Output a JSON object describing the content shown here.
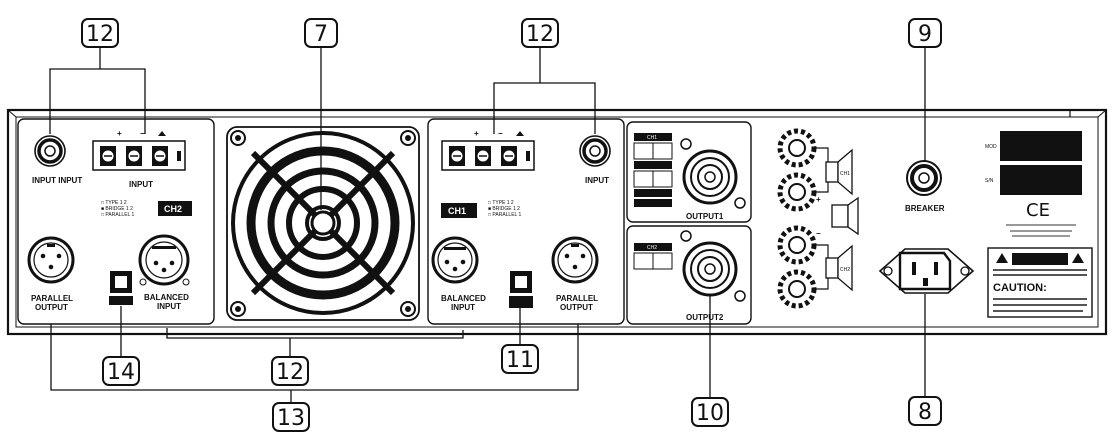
{
  "callouts": {
    "c12_left": "12",
    "c7": "7",
    "c12_mid": "12",
    "c9": "9",
    "c14": "14",
    "c12_bottom": "12",
    "c11": "11",
    "c13": "13",
    "c10": "10",
    "c8": "8"
  },
  "ch2": {
    "input_input": "INPUT INPUT",
    "input": "INPUT",
    "badge": "CH2",
    "parallel_output": [
      "PARALLEL",
      "OUTPUT"
    ],
    "balanced_input": [
      "BALANCED",
      "INPUT"
    ]
  },
  "ch1": {
    "input": "INPUT",
    "badge": "CH1",
    "balanced_input": [
      "BALANCED",
      "INPUT"
    ],
    "parallel_output": [
      "PARALLEL",
      "OUTPUT"
    ]
  },
  "outputs": {
    "output1": "OUTPUT1",
    "output2": "OUTPUT2",
    "ch1_tag": "CH1",
    "ch2_tag": "CH2"
  },
  "right": {
    "breaker": "BREAKER",
    "model_tag": "MOD",
    "serial_tag": "S/N",
    "ce": "CE",
    "caution": "CAUTION:"
  }
}
